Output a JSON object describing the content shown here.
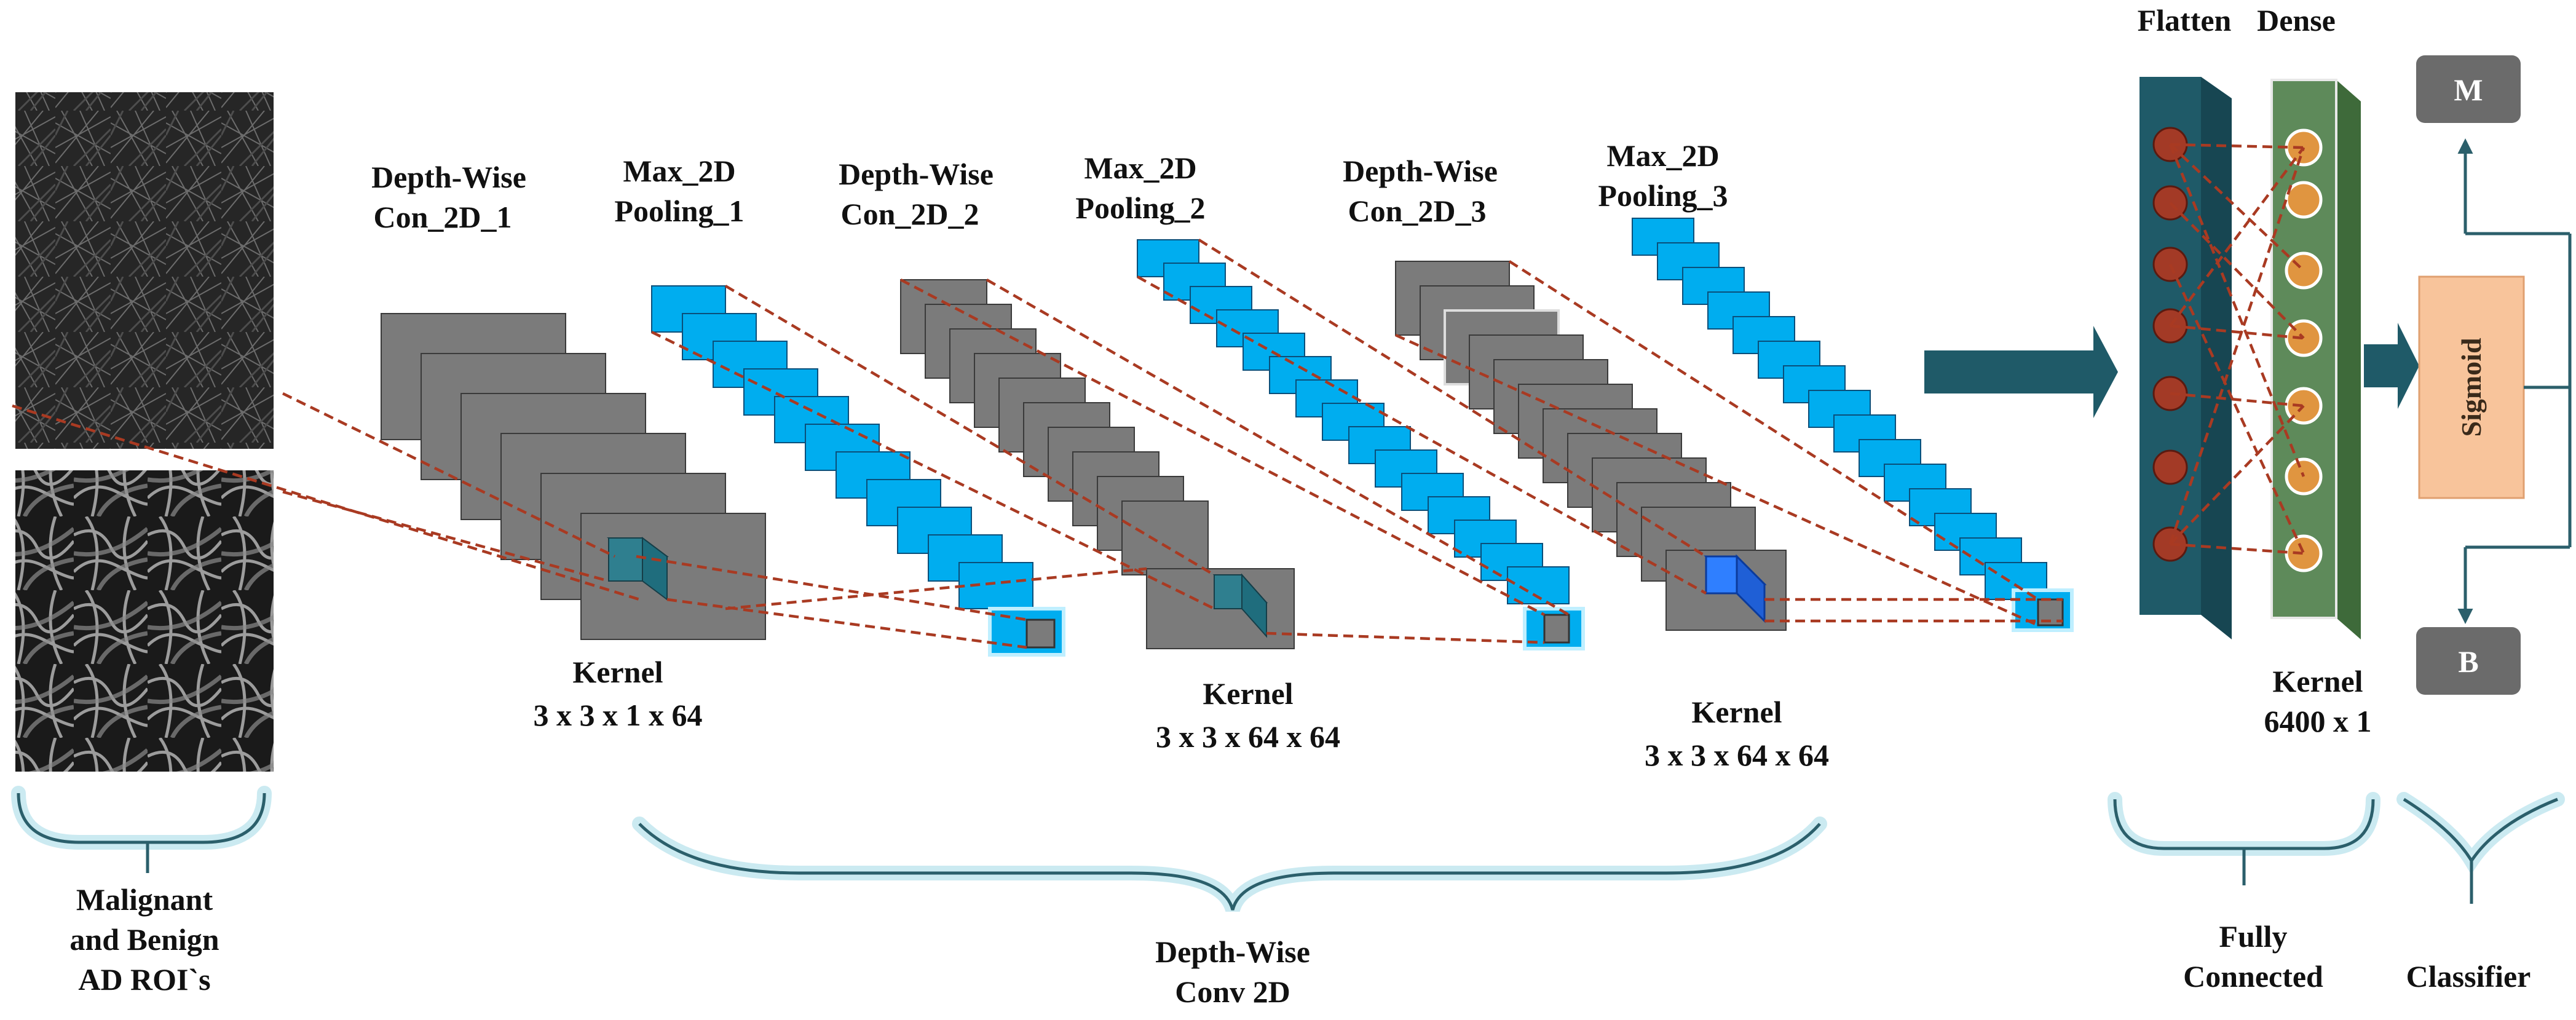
{
  "input": {
    "caption_lines": [
      "Malignant",
      "and Benign",
      "AD ROI`s"
    ]
  },
  "layers": [
    {
      "kind": "conv",
      "line1": "Depth-Wise",
      "line2": "Con_2D_1"
    },
    {
      "kind": "pool",
      "line1": "Max_2D",
      "line2": "Pooling_1"
    },
    {
      "kind": "conv",
      "line1": "Depth-Wise",
      "line2": "Con_2D_2"
    },
    {
      "kind": "pool",
      "line1": "Max_2D",
      "line2": "Pooling_2"
    },
    {
      "kind": "conv",
      "line1": "Depth-Wise",
      "line2": "Con_2D_3"
    },
    {
      "kind": "pool",
      "line1": "Max_2D",
      "line2": "Pooling_3"
    }
  ],
  "kernels": [
    {
      "line1": "Kernel",
      "line2": "3 x 3 x 1 x 64"
    },
    {
      "line1": "Kernel",
      "line2": "3 x 3 x 64 x 64"
    },
    {
      "line1": "Kernel",
      "line2": "3 x 3 x 64 x 64"
    },
    {
      "line1": "Kernel",
      "line2": "6400 x 1"
    }
  ],
  "fc": {
    "flatten_label": "Flatten",
    "dense_label": "Dense",
    "sigmoid_label": "Sigmoid",
    "class_top": "M",
    "class_bottom": "B"
  },
  "groups": {
    "conv_group": [
      "Depth-Wise",
      "Conv 2D"
    ],
    "fc_group": [
      "Fully",
      "Connected"
    ],
    "classifier": "Classifier"
  },
  "colors": {
    "conv_feature_map": "#7b7b7b",
    "pool_feature_map": "#00adef",
    "projection_lines": "#a93a22",
    "flatten_layer": "#1f5a68",
    "dense_layer": "#5e8a5a",
    "sigmoid_box": "#f8c49b",
    "class_box": "#6b6b6b"
  }
}
